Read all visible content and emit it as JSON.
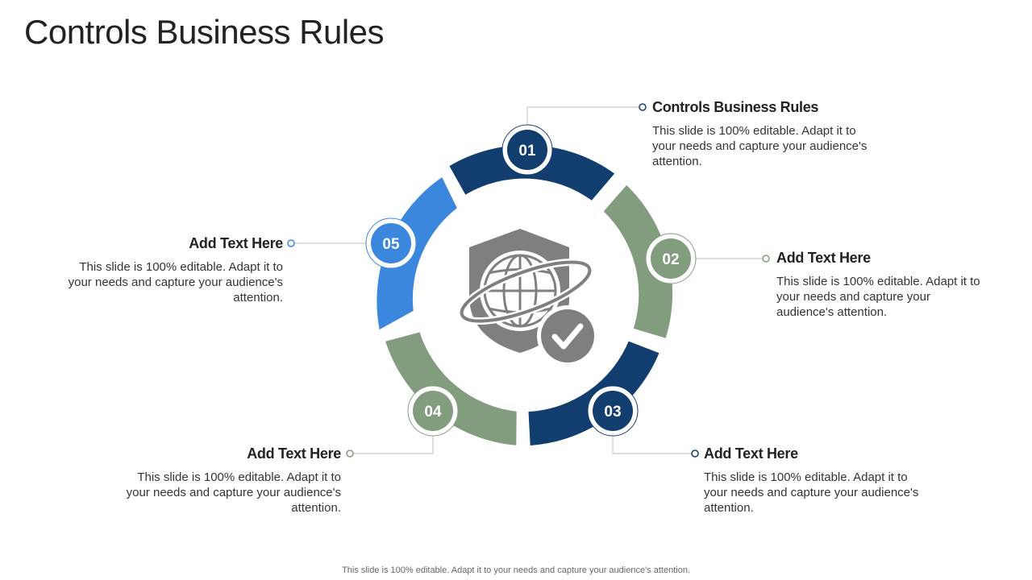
{
  "title": "Controls Business Rules",
  "colors": {
    "dark_blue": "#123d6f",
    "sage_green": "#829c7e",
    "bright_blue": "#3b87de",
    "icon_gray": "#7f7f7f",
    "connector_gray": "#bfbfbf"
  },
  "center_icon": "shield-globe-check-icon",
  "steps": [
    {
      "number": "01",
      "heading": "Controls Business Rules",
      "body": "This slide is 100% editable. Adapt it to your needs and capture your audience's attention."
    },
    {
      "number": "02",
      "heading": "Add Text Here",
      "body": "This slide is 100% editable. Adapt it to your needs and capture your audience's attention."
    },
    {
      "number": "03",
      "heading": "Add Text Here",
      "body": "This slide is 100% editable. Adapt it to your needs and capture your audience's attention."
    },
    {
      "number": "04",
      "heading": "Add Text Here",
      "body": "This slide is 100% editable. Adapt it to your needs and capture your audience's attention."
    },
    {
      "number": "05",
      "heading": "Add Text Here",
      "body": "This slide is 100% editable. Adapt it to your needs and capture your audience's attention."
    }
  ],
  "footer": "This slide is 100% editable. Adapt it to your needs and capture your audience's attention."
}
